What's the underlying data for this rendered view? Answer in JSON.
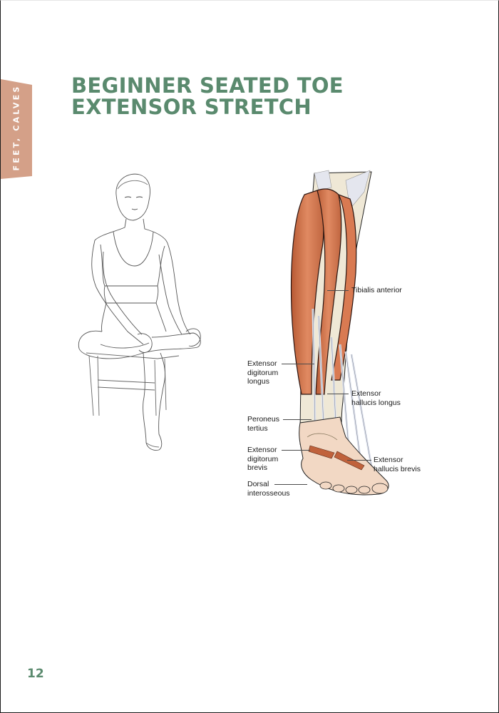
{
  "section_tab": {
    "label": "FEET, CALVES",
    "color": "#d4a088"
  },
  "title": {
    "line1": "BEGINNER SEATED TOE",
    "line2": "EXTENSOR STRETCH",
    "color": "#5a8a6e"
  },
  "illustrations": {
    "pose": {
      "description": "seated-woman-crossed-leg-holding-toes"
    },
    "anatomy": {
      "description": "lower-leg-and-foot-muscles-anterior-view"
    }
  },
  "anatomy_labels": [
    {
      "id": "tibialis-anterior",
      "lines": [
        "Tibialis anterior"
      ]
    },
    {
      "id": "extensor-digitorum-longus",
      "lines": [
        "Extensor",
        "digitorum",
        "longus"
      ]
    },
    {
      "id": "extensor-hallucis-longus",
      "lines": [
        "Extensor",
        "hallucis longus"
      ]
    },
    {
      "id": "peroneus-tertius",
      "lines": [
        "Peroneus",
        "tertius"
      ]
    },
    {
      "id": "extensor-digitorum-brevis",
      "lines": [
        "Extensor",
        "digitorum",
        "brevis"
      ]
    },
    {
      "id": "extensor-hallucis-brevis",
      "lines": [
        "Extensor",
        "hallucis brevis"
      ]
    },
    {
      "id": "dorsal-interosseous",
      "lines": [
        "Dorsal",
        "interosseous"
      ]
    }
  ],
  "page_number": "12"
}
